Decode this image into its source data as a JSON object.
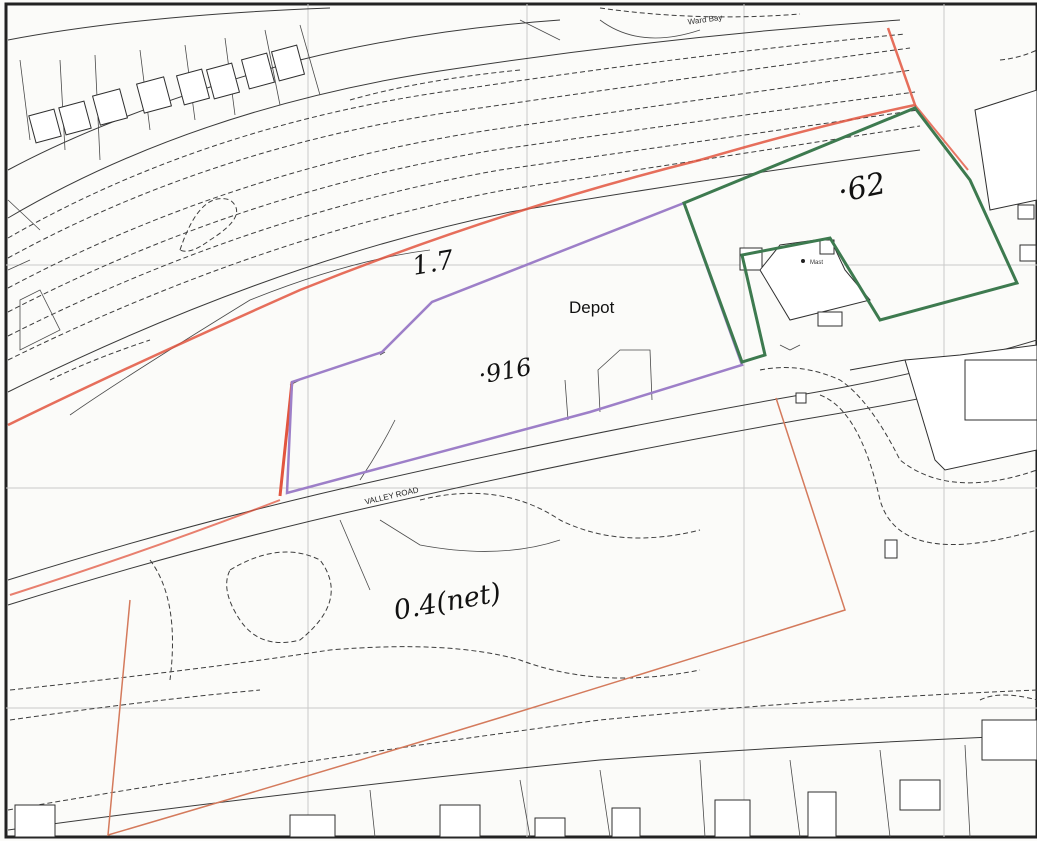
{
  "map": {
    "street_labels": {
      "top_road": "Ward Bay",
      "valley_road": "VALLEY ROAD"
    },
    "site_labels": {
      "depot": "Depot",
      "mast": "Mast"
    },
    "area_annotations": {
      "total_site": "1.7",
      "depot_parcel": "·916",
      "green_parcel": "·62",
      "southern_parcel": "0.4(net)"
    },
    "boundary_colors": {
      "site_outline": "#e2553f",
      "depot_outline": "#9d7fc8",
      "green_outline": "#3d7a4f",
      "southern_outline": "#d47a5c"
    }
  }
}
